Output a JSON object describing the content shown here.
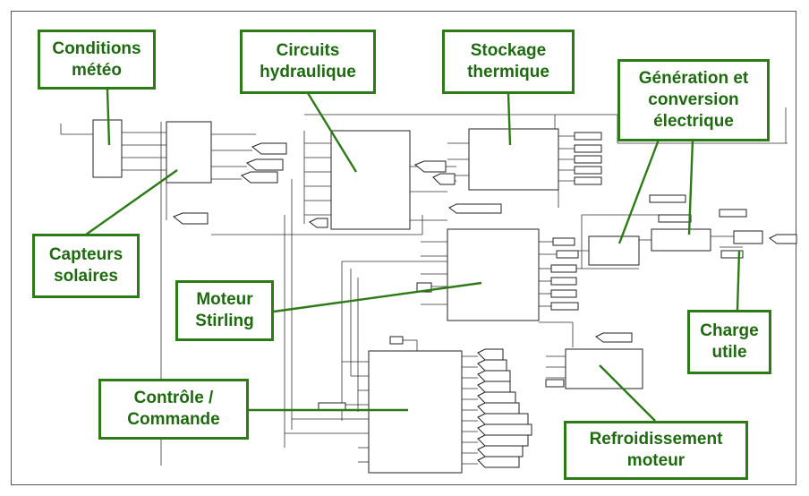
{
  "colors": {
    "accent": "#2e7a17",
    "text": "#1f6a10",
    "diagram_lines": "#333333"
  },
  "callouts": {
    "meteo": "Conditions\nmétéo",
    "hydraulique": "Circuits\nhydraulique",
    "stockage": "Stockage\nthermique",
    "generation": "Génération et\nconversion\nélectrique",
    "capteurs": "Capteurs\nsolaires",
    "moteur": "Moteur\nStirling",
    "controle": "Contrôle /\nCommande",
    "charge": "Charge\nutile",
    "refroidissement": "Refroidissement\nmoteur"
  }
}
